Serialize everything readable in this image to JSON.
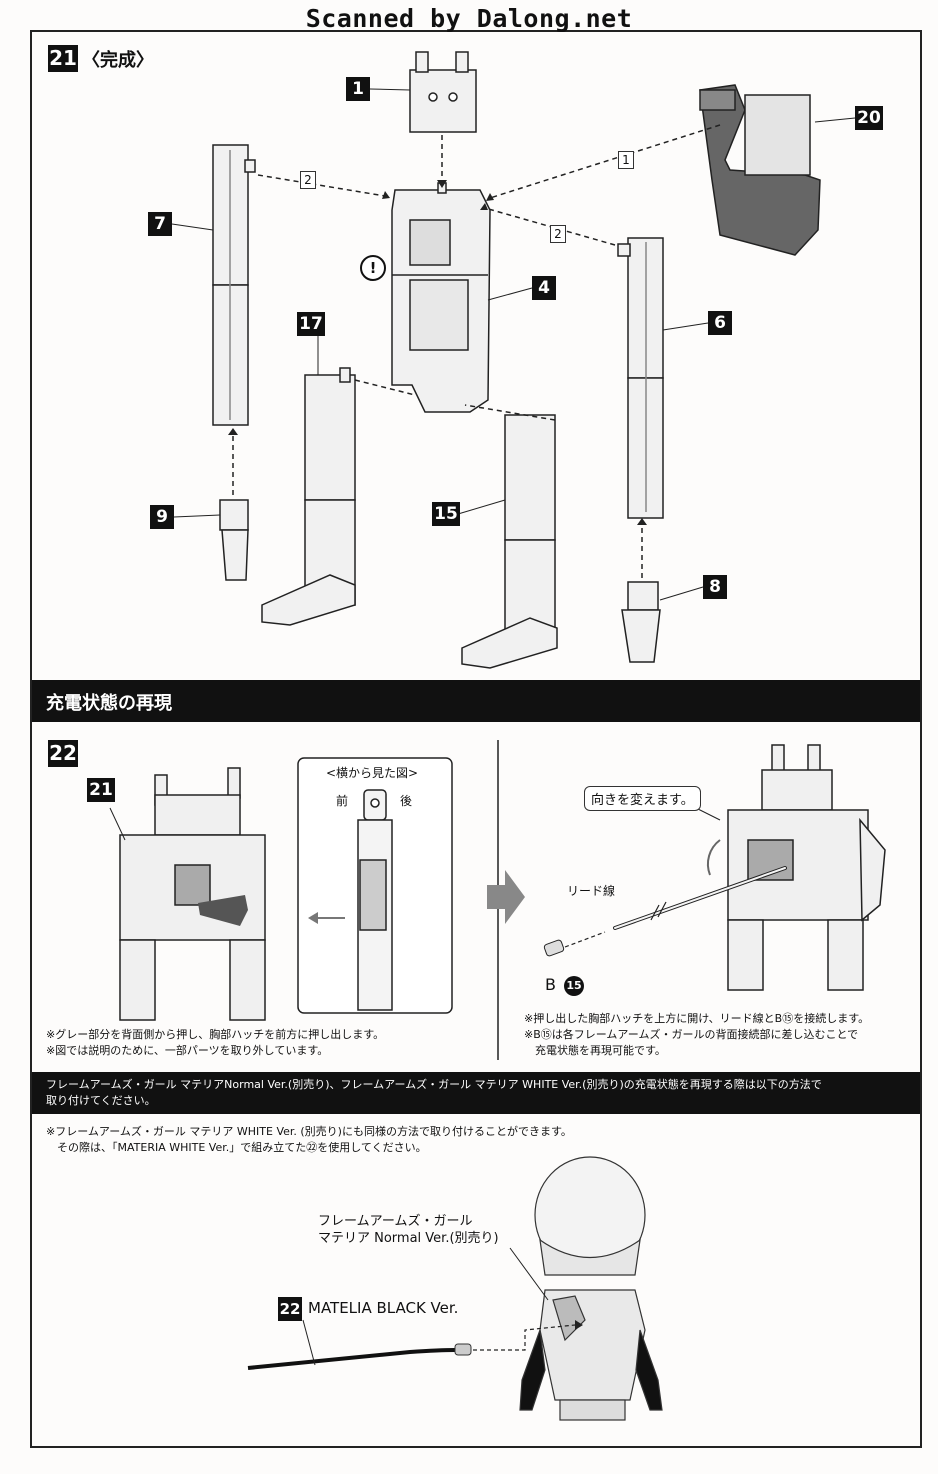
{
  "header": {
    "scan_credit": "Scanned by Dalong.net"
  },
  "step21": {
    "badge": "21",
    "title": "〈完成〉",
    "parts": [
      "1",
      "20",
      "7",
      "4",
      "6",
      "17",
      "15",
      "9",
      "8"
    ],
    "order_marks": {
      "a": "2",
      "b": "1",
      "c": "2"
    },
    "caution_icon": "exclamation-icon"
  },
  "section_bar": {
    "title": "充電状態の再現"
  },
  "step22": {
    "badge": "22",
    "part": "21",
    "side_view": {
      "title": "<横から見た図>",
      "front": "前",
      "back": "後"
    },
    "callout": "向きを変えます。",
    "lead_wire": "リード線",
    "b_label": "B",
    "b_circle": "15",
    "notes_left": [
      "※グレー部分を背面側から押し、胸部ハッチを前方に押し出します。",
      "※図では説明のために、一部パーツを取り外しています。"
    ],
    "notes_right": [
      "※押し出した胸部ハッチを上方に開け、リード線とB⑮を接続します。",
      "※B⑮は各フレームアームズ・ガールの背面接続部に差し込むことで",
      "　充電状態を再現可能です。"
    ]
  },
  "info_bar": {
    "line1": "フレームアームズ・ガール マテリアNormal Ver.(別売り)、フレームアームズ・ガール マテリア WHITE Ver.(別売り)の充電状態を再現する際は以下の方法で",
    "line2": "取り付けてください。"
  },
  "info_notes": [
    "※フレームアームズ・ガール マテリア WHITE Ver. (別売り)にも同様の方法で取り付けることができます。",
    "　その際は、「MATERIA WHITE Ver.」で組み立てた㉒を使用してください。"
  ],
  "bottom": {
    "figure_label_1": "フレームアームズ・ガール",
    "figure_label_2": "マテリア Normal Ver.(別売り)",
    "badge": "22",
    "product": "MATELIA BLACK Ver."
  }
}
